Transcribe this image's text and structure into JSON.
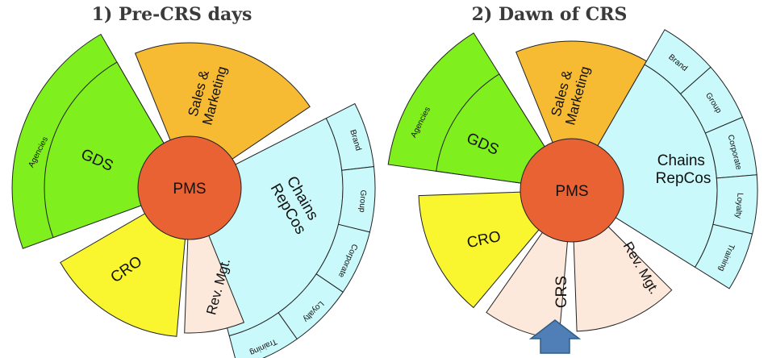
{
  "colors": {
    "gds": "#7ff01d",
    "sales": "#f7bb33",
    "chains": "#c9f9fb",
    "cro": "#f9f52f",
    "rev": "#fde8dc",
    "crs": "#fde8dc",
    "pms": "#e96234",
    "arrow": "#4f7fb6"
  },
  "panels": [
    {
      "title": "1) Pre-CRS days",
      "center": "PMS",
      "segments": {
        "agencies": "Agencies",
        "gds": "GDS",
        "sales": "Sales & Marketing",
        "chains": "Chains RepCos",
        "cro": "CRO",
        "rev": "Rev. Mgt.",
        "subs": [
          "Brand",
          "Group",
          "Corporate",
          "Loyalty",
          "Training"
        ]
      }
    },
    {
      "title": "2) Dawn of CRS",
      "center": "PMS",
      "segments": {
        "agencies": "Agencies",
        "gds": "GDS",
        "sales": "Sales & Marketing",
        "chains": "Chains RepCos",
        "cro": "CRO",
        "rev": "Rev. Mgt.",
        "crs": "CRS",
        "subs": [
          "Brand",
          "Group",
          "Corporate",
          "Loyalty",
          "Training"
        ]
      }
    }
  ]
}
